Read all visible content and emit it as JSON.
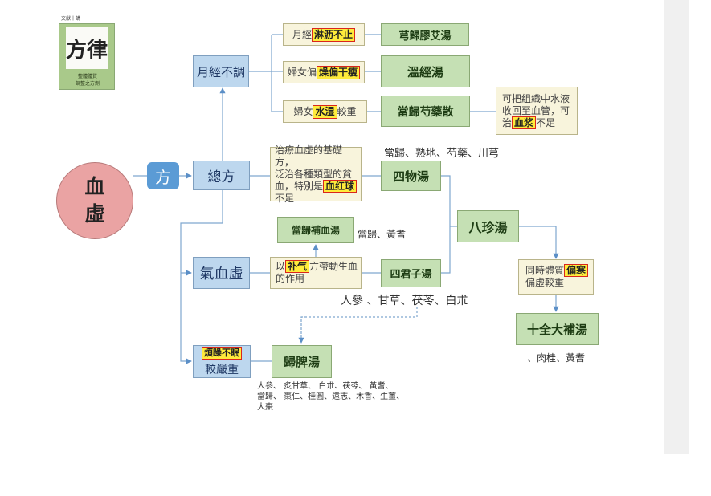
{
  "logo": {
    "top_caption": "文獻十講",
    "mark": "方律",
    "caption_line1": "整體體質",
    "caption_line2": "調整之方劑"
  },
  "root": {
    "char1": "血",
    "char2": "虛"
  },
  "fang_label": "方",
  "nodes": {
    "yuejing": "月經不調",
    "zongfang": "總方",
    "qixue": "氣血虛",
    "fanzao_hl": "煩躁不眠",
    "fanzao_rest": "較嚴重"
  },
  "conditions": {
    "c1_pre": "月經",
    "c1_hl": "淋沥不止",
    "c2_pre": "婦女偏",
    "c2_hl": "燥偏干瘦",
    "c3_pre": "婦女",
    "c3_hl": "水湿",
    "c3_post": "較重",
    "siwu_desc_line1": "治療血虛的基礎方，",
    "siwu_desc_line2": "泛治各種類型的貧",
    "siwu_desc_line3_pre": "血，特別是",
    "siwu_desc_hl": "血红球",
    "siwu_desc_line4": "不足",
    "qixue_pre": "以",
    "qixue_hl": "补气",
    "qixue_post1": "方帶動生血",
    "qixue_post2": "的作用",
    "shiquan_pre": "同時體質",
    "shiquan_hl": "偏寒",
    "shiquan_post": "偏虛較重",
    "danggui_note_line1": "可把組織中水液",
    "danggui_note_line2": "收回至血管，可",
    "danggui_note_pre": "治",
    "danggui_note_hl": "血浆",
    "danggui_note_post": "不足"
  },
  "formulas": {
    "xiongguijiaoai": "芎歸膠艾湯",
    "wenjing": "溫經湯",
    "dangguishaoyao": "當歸芍藥散",
    "siwu": "四物湯",
    "danggui_buxue": "當歸補血湯",
    "sijunzi": "四君子湯",
    "bazhen": "八珍湯",
    "shiquan": "十全大補湯",
    "guipi": "歸脾湯"
  },
  "ingredients": {
    "siwu": "當歸、熟地、芍藥、川芎",
    "danggui_buxue": "當歸、黃耆",
    "sijunzi": "人參 、甘草、茯苓、白朮",
    "shiquan": "、肉桂、黃耆",
    "guipi_line1": "人參、 炙甘草、 白朮、茯苓、 黃耆、",
    "guipi_line2": "當歸、 棗仁、桂圓、遠志、木香、生薑、",
    "guipi_line3": "大棗"
  },
  "colors": {
    "blue_box": "#bdd7ee",
    "green_box": "#c5e0b4",
    "cream_box": "#f8f4dc",
    "highlight": "#ffeb3b",
    "highlight_border": "#d9261c",
    "root_circle": "#eaa3a3",
    "fang_badge": "#5b9bd5",
    "connector": "#7fa7cf"
  }
}
